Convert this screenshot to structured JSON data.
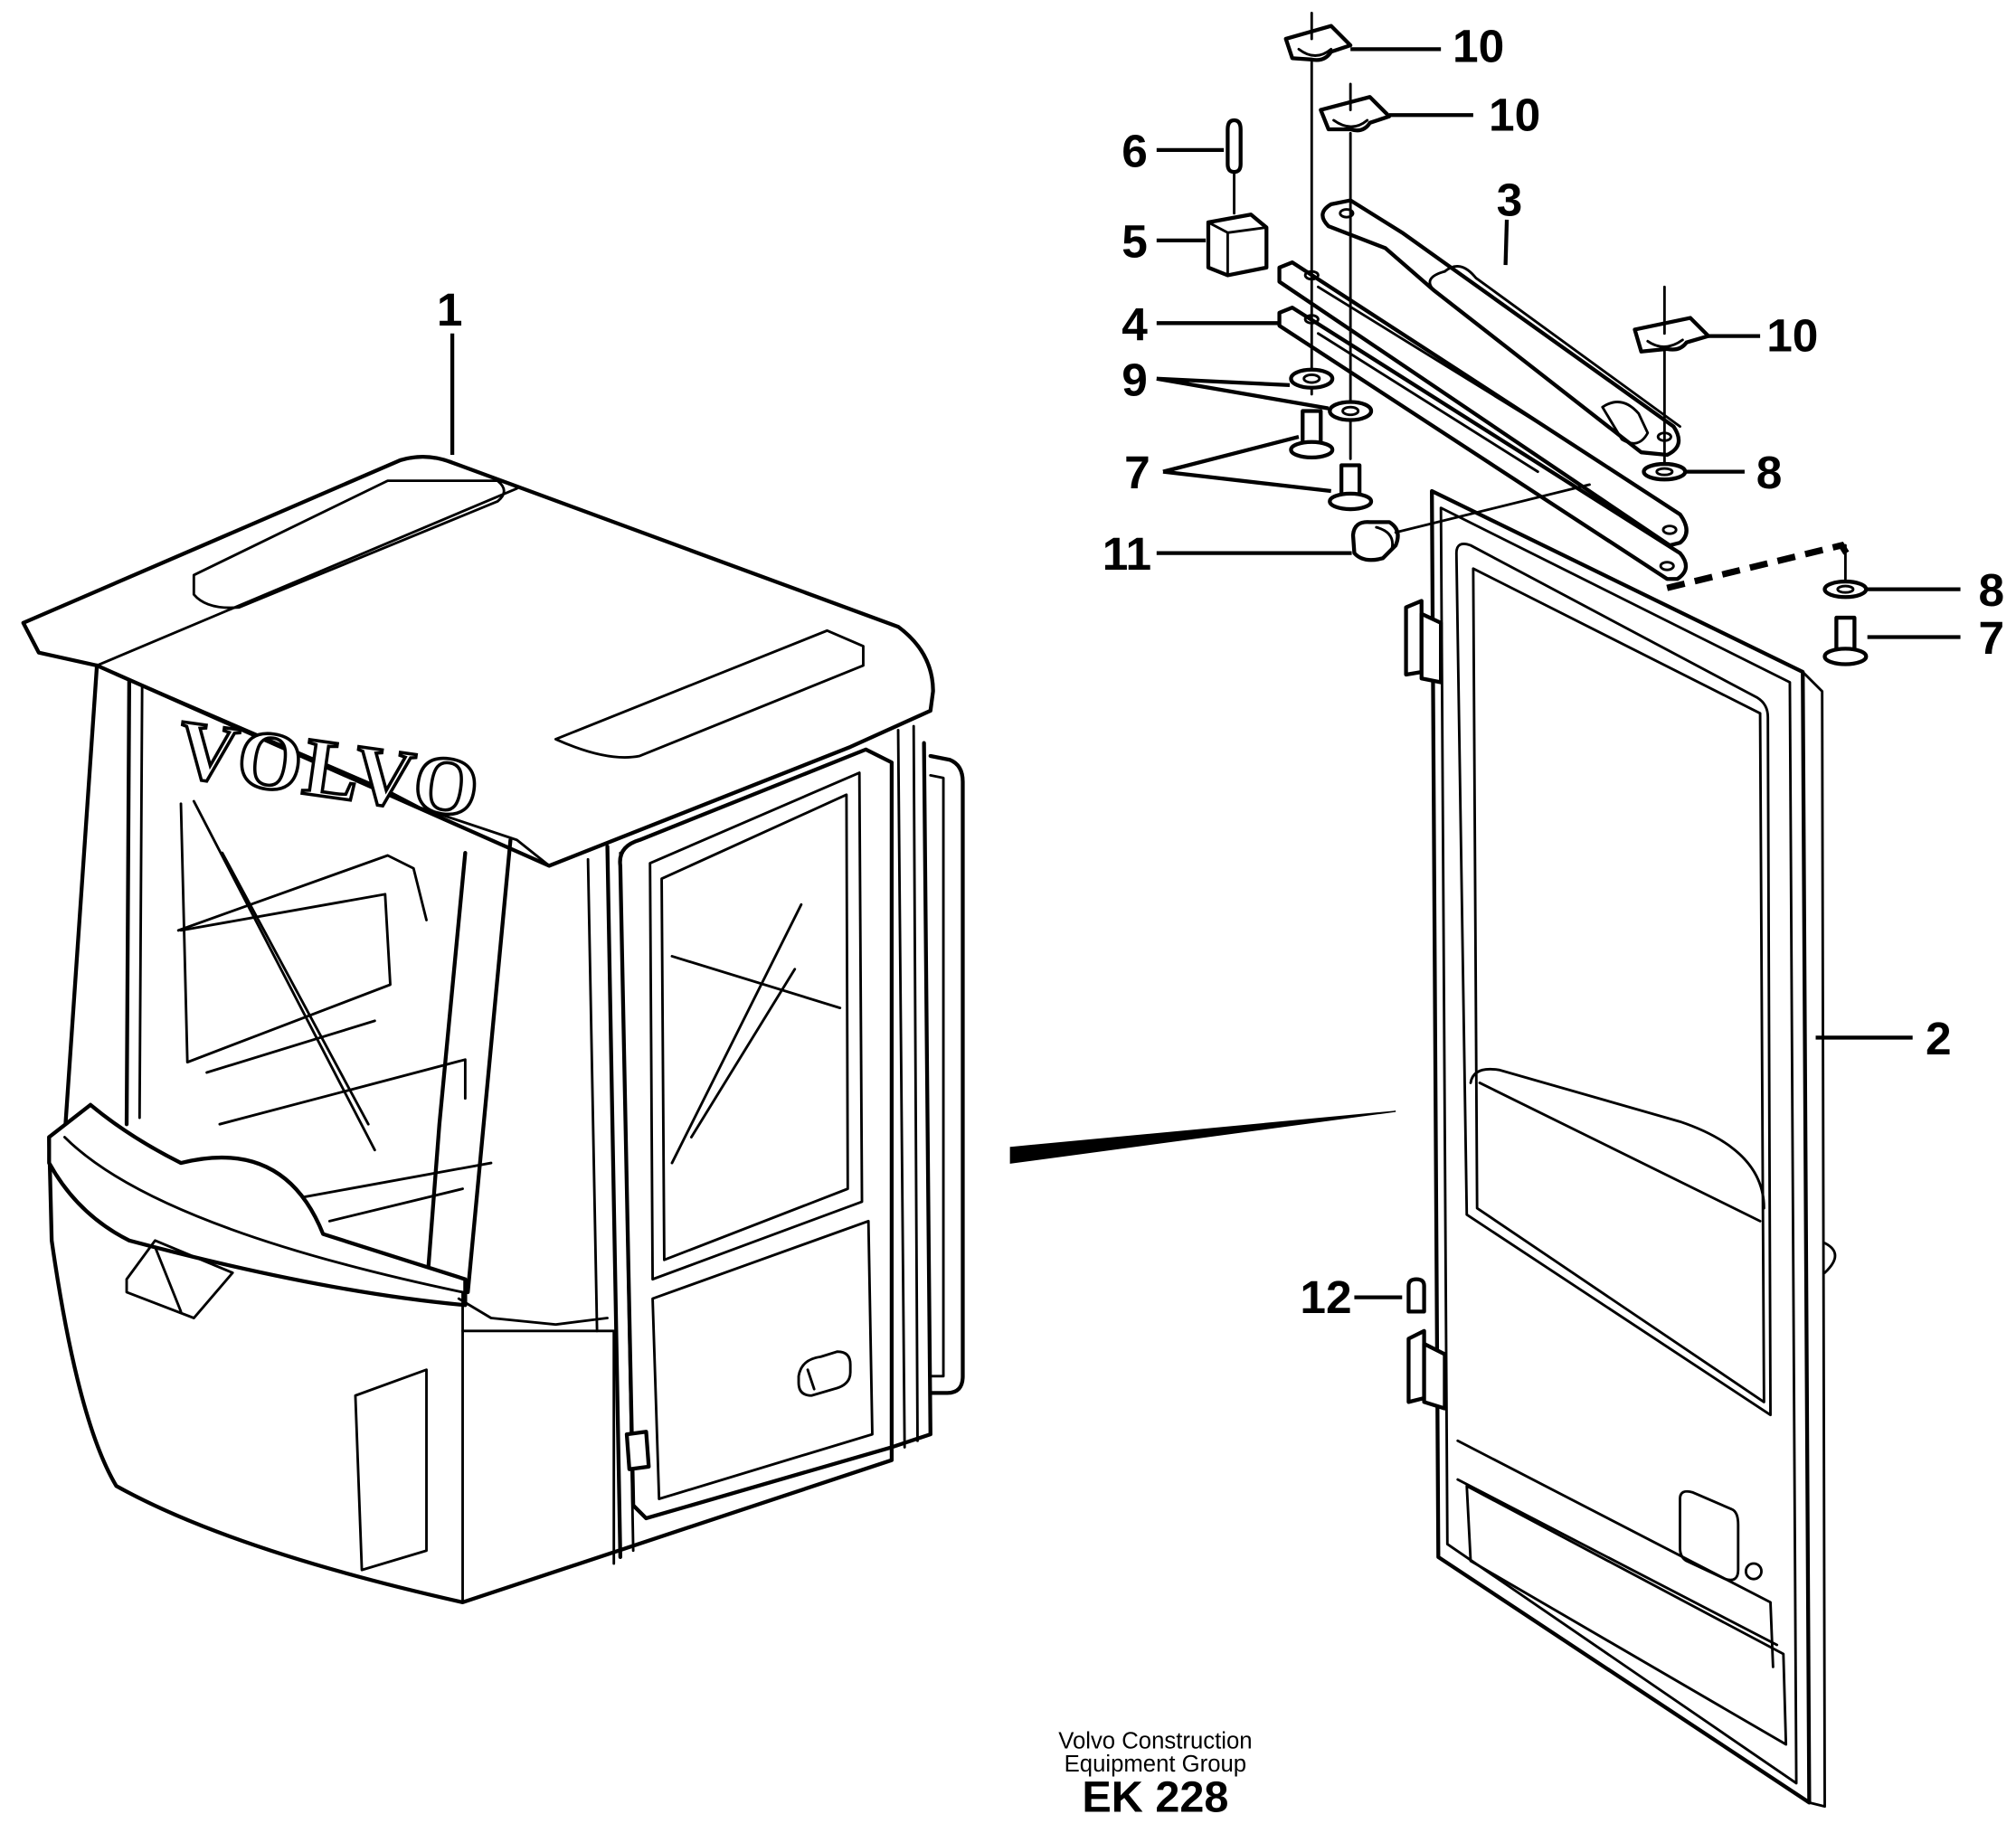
{
  "logo_text": "VOLVO",
  "callouts": {
    "c1": "1",
    "c2": "2",
    "c3": "3",
    "c4": "4",
    "c5": "5",
    "c6": "6",
    "c7a": "7",
    "c7b": "7",
    "c8a": "8",
    "c8b": "8",
    "c9": "9",
    "c10a": "10",
    "c10b": "10",
    "c10c": "10",
    "c11": "11",
    "c12": "12"
  },
  "footer": {
    "line1": "Volvo Construction",
    "line2": "Equipment Group",
    "code": "EK 228"
  }
}
